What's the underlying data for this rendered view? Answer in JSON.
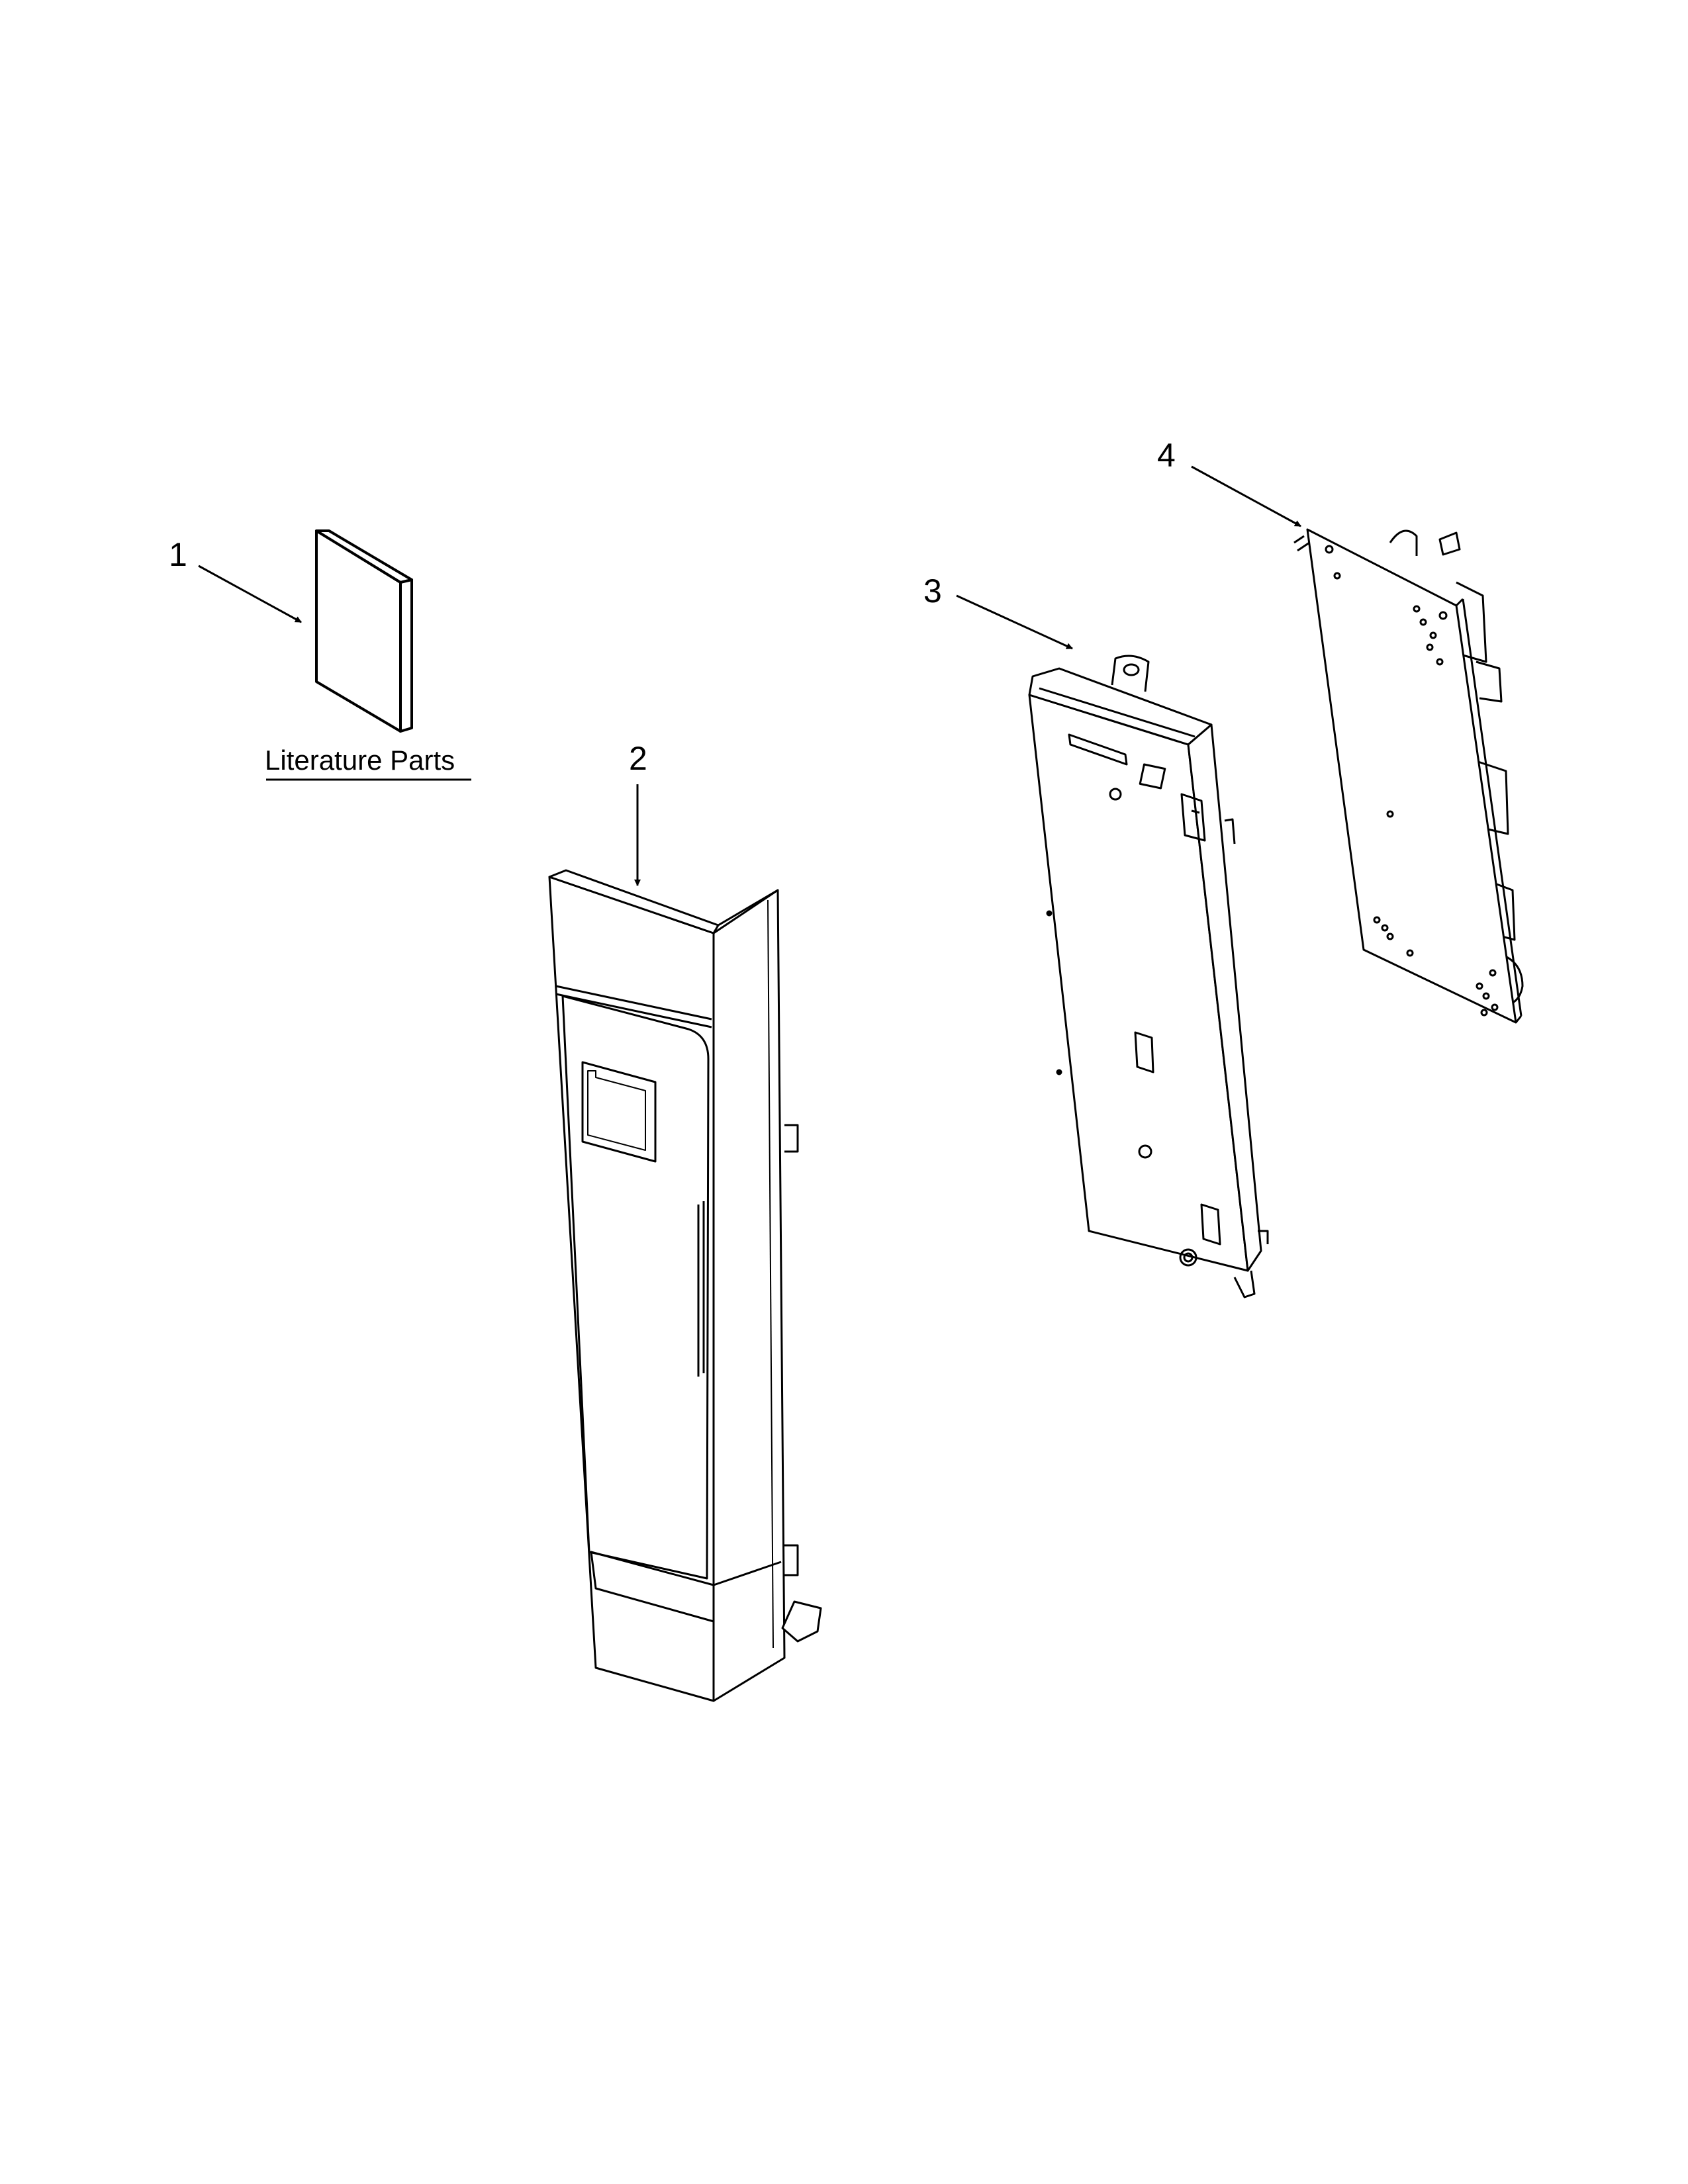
{
  "callouts": {
    "item_1": "1",
    "item_2": "2",
    "item_3": "3",
    "item_4": "4"
  },
  "literature_label": "Literature Parts",
  "colors": {
    "line": "#000000",
    "background": "#ffffff"
  }
}
